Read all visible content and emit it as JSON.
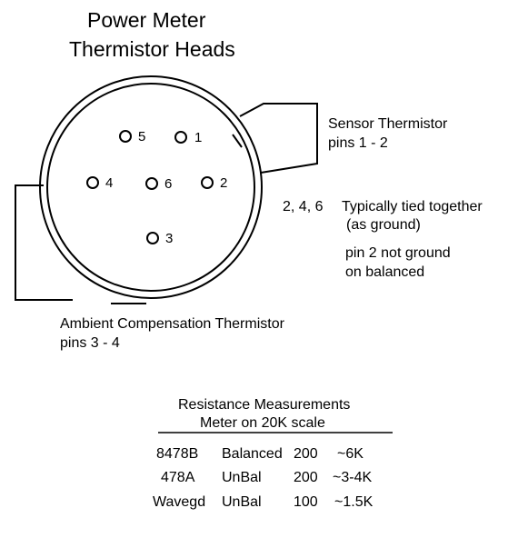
{
  "title": {
    "line1": "Power Meter",
    "line2": "Thermistor Heads"
  },
  "pins": {
    "p1": "1",
    "p2": "2",
    "p3": "3",
    "p4": "4",
    "p5": "5",
    "p6": "6"
  },
  "sensor_callout": {
    "line1": "Sensor Thermistor",
    "line2": "pins 1 - 2"
  },
  "ambient_callout": {
    "line1": "Ambient Compensation Thermistor",
    "line2": "pins 3 - 4"
  },
  "ground_note": {
    "pins": "2, 4, 6",
    "line1": "Typically tied together",
    "line2": "(as ground)",
    "line3": "pin 2 not ground",
    "line4": "on balanced"
  },
  "resistance_table": {
    "header1": "Resistance Measurements",
    "header2": "Meter on 20K scale",
    "rows": [
      {
        "model": "8478B",
        "type": "Balanced",
        "range": "200",
        "value": "~6K"
      },
      {
        "model": "478A",
        "type": "UnBal",
        "range": "200",
        "value": "~3-4K"
      },
      {
        "model": "Wavegd",
        "type": "UnBal",
        "range": "100",
        "value": "~1.5K"
      }
    ]
  }
}
